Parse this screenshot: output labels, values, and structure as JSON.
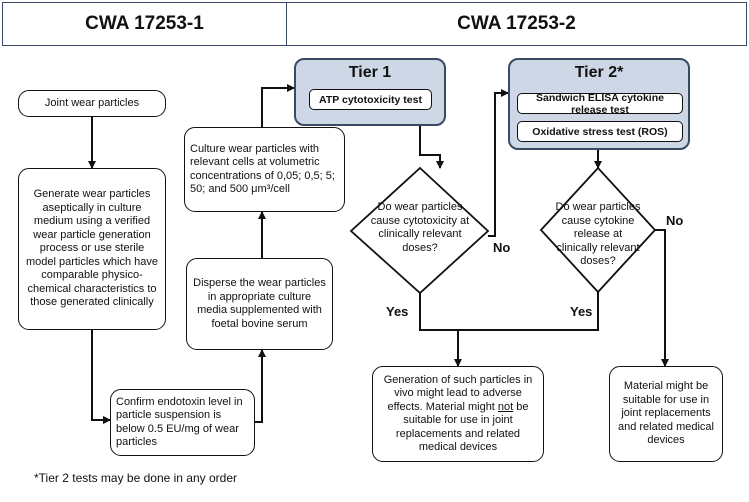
{
  "header": {
    "left_title": "CWA 17253-1",
    "right_title": "CWA 17253-2"
  },
  "boxes": {
    "joint": "Joint wear particles",
    "generate": "Generate wear particles aseptically in culture medium using a verified wear particle generation process or use sterile model particles which have comparable physico-chemical characteristics to those generated clinically",
    "confirm": "Confirm endotoxin level in particle suspension is below 0.5 EU/mg of wear particles",
    "disperse": "Disperse the wear particles in appropriate culture media supplemented with foetal bovine serum",
    "culture": "Culture  wear particles with relevant cells at volumetric concentrations of 0,05; 0,5; 5; 50; and 500 μm³/cell"
  },
  "tier1": {
    "title": "Tier 1",
    "test": "ATP cytotoxicity test"
  },
  "tier2": {
    "title": "Tier 2*",
    "test1": "Sandwich ELISA cytokine release test",
    "test2": "Oxidative stress test (ROS)"
  },
  "decision1": "Do wear particles cause cytotoxicity at clinically relevant doses?",
  "decision2": "Do wear particles cause cytokine release at clinically relevant doses?",
  "labels": {
    "yes": "Yes",
    "no": "No"
  },
  "outcomes": {
    "adverse_pre": "Generation of such particles in vivo might lead to adverse effects. Material might ",
    "adverse_not": "not",
    "adverse_post": " be suitable for use in joint replacements and related medical devices",
    "suitable": "Material might be suitable for use in joint replacements and related medical devices"
  },
  "footnote": "*Tier 2 tests may be done in any order"
}
